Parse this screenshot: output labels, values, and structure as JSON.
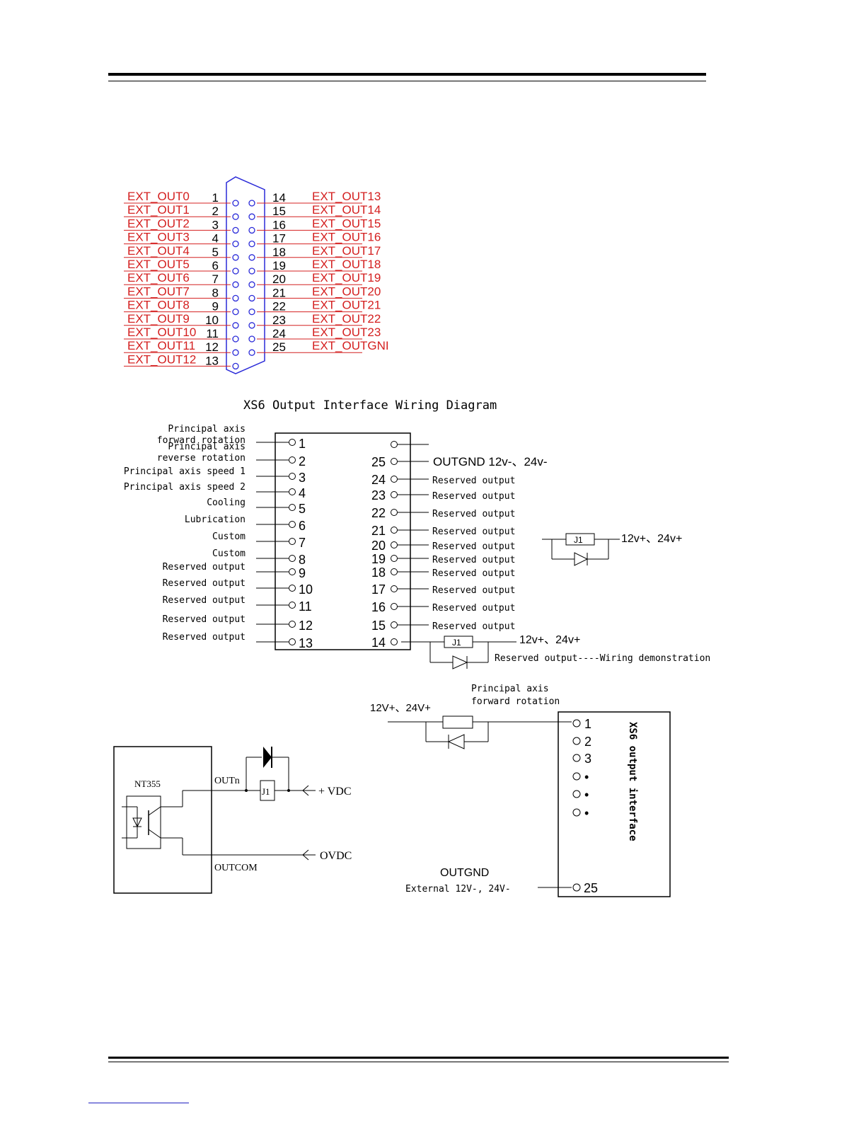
{
  "connector": {
    "left_pins": [
      {
        "num": "1",
        "label": "EXT_OUT0"
      },
      {
        "num": "2",
        "label": "EXT_OUT1"
      },
      {
        "num": "3",
        "label": "EXT_OUT2"
      },
      {
        "num": "4",
        "label": "EXT_OUT3"
      },
      {
        "num": "5",
        "label": "EXT_OUT4"
      },
      {
        "num": "6",
        "label": "EXT_OUT5"
      },
      {
        "num": "7",
        "label": "EXT_OUT6"
      },
      {
        "num": "8",
        "label": "EXT_OUT7"
      },
      {
        "num": "9",
        "label": "EXT_OUT8"
      },
      {
        "num": "10",
        "label": "EXT_OUT9"
      },
      {
        "num": "11",
        "label": "EXT_OUT10"
      },
      {
        "num": "12",
        "label": "EXT_OUT11"
      },
      {
        "num": "13",
        "label": "EXT_OUT12"
      }
    ],
    "right_pins": [
      {
        "num": "14",
        "label": "EXT_OUT13"
      },
      {
        "num": "15",
        "label": "EXT_OUT14"
      },
      {
        "num": "16",
        "label": "EXT_OUT15"
      },
      {
        "num": "17",
        "label": "EXT_OUT16"
      },
      {
        "num": "18",
        "label": "EXT_OUT17"
      },
      {
        "num": "19",
        "label": "EXT_OUT18"
      },
      {
        "num": "20",
        "label": "EXT_OUT19"
      },
      {
        "num": "21",
        "label": "EXT_OUT20"
      },
      {
        "num": "22",
        "label": "EXT_OUT21"
      },
      {
        "num": "23",
        "label": "EXT_OUT22"
      },
      {
        "num": "24",
        "label": "EXT_OUT23"
      },
      {
        "num": "25",
        "label": "EXT_OUTGNI"
      }
    ],
    "color": "#d42020"
  },
  "wiring": {
    "title": "XS6 Output Interface Wiring Diagram",
    "left": [
      {
        "num": "1",
        "label": [
          "Principal axis",
          "forward rotation"
        ]
      },
      {
        "num": "2",
        "label": [
          "Principal axis",
          "reverse rotation"
        ]
      },
      {
        "num": "3",
        "label": [
          "Principal axis speed 1"
        ]
      },
      {
        "num": "4",
        "label": [
          "Principal axis speed 2"
        ]
      },
      {
        "num": "5",
        "label": [
          "Cooling"
        ]
      },
      {
        "num": "6",
        "label": [
          "Lubrication"
        ]
      },
      {
        "num": "7",
        "label": [
          "Custom"
        ]
      },
      {
        "num": "8",
        "label": [
          "Custom"
        ]
      },
      {
        "num": "9",
        "label": [
          "Reserved output"
        ]
      },
      {
        "num": "10",
        "label": [
          "Reserved output"
        ]
      },
      {
        "num": "11",
        "label": [
          "Reserved output"
        ]
      },
      {
        "num": "12",
        "label": [
          "Reserved output"
        ]
      },
      {
        "num": "13",
        "label": [
          "Reserved output"
        ]
      }
    ],
    "right": [
      {
        "num": "25",
        "label": "OUTGND 12v-、24v-"
      },
      {
        "num": "24",
        "label": "Reserved output"
      },
      {
        "num": "23",
        "label": "Reserved output"
      },
      {
        "num": "22",
        "label": "Reserved output"
      },
      {
        "num": "21",
        "label": "Reserved output"
      },
      {
        "num": "20",
        "label": "Reserved output"
      },
      {
        "num": "19",
        "label": "Reserved output"
      },
      {
        "num": "18",
        "label": "Reserved output"
      },
      {
        "num": "17",
        "label": "Reserved output"
      },
      {
        "num": "16",
        "label": "Reserved output"
      },
      {
        "num": "15",
        "label": "Reserved output"
      },
      {
        "num": "14",
        "label": ""
      }
    ],
    "relay_label": "J1",
    "supply_label": "12v+、24v+",
    "demo_label": "Reserved output----Wiring demonstration"
  },
  "opto": {
    "chip": "NT355",
    "out": "OUTn",
    "com": "OUTCOM",
    "relay": "J1",
    "vdc_plus": "+ VDC",
    "vdc_zero": "OVDC"
  },
  "example": {
    "supply": "12V+、24V+",
    "load_label": [
      "Principal axis",
      "forward rotation"
    ],
    "pins": [
      "1",
      "2",
      "3",
      "•",
      "•",
      "•"
    ],
    "pin_last": "25",
    "outgnd": "OUTGND",
    "external": "External 12V-, 24V-",
    "side_label": "XS6 output interface"
  }
}
